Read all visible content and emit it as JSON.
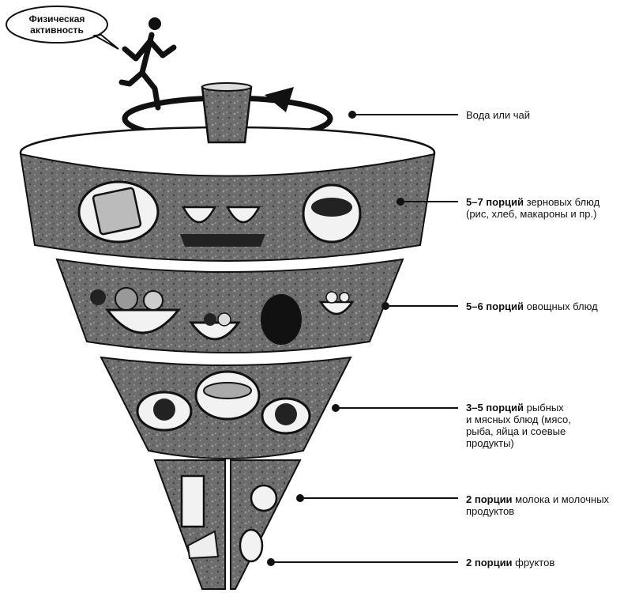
{
  "bubble": {
    "line1": "Физическая",
    "line2": "активность"
  },
  "labels": {
    "water": "Вода или чай",
    "grains": {
      "bold": "5–7 порций",
      "rest": " зерновых блюд",
      "line2": "(рис, хлеб, макароны и пр.)"
    },
    "vegetables": {
      "bold": "5–6 порций",
      "rest": " овощных блюд"
    },
    "meat": {
      "bold": "3–5 порций",
      "rest": " рыбных",
      "line2": "и мясных блюд (мясо,",
      "line3": "рыба, яйца и соевые",
      "line4": "продукты)"
    },
    "dairy": {
      "bold": "2 порции",
      "rest": " молока и молочных",
      "line2": "продуктов"
    },
    "fruit": {
      "bold": "2 порции",
      "rest": " фруктов"
    }
  },
  "colors": {
    "tier_fill": "#6a6a6a",
    "ink": "#111111",
    "plate": "#f2f2f2"
  }
}
